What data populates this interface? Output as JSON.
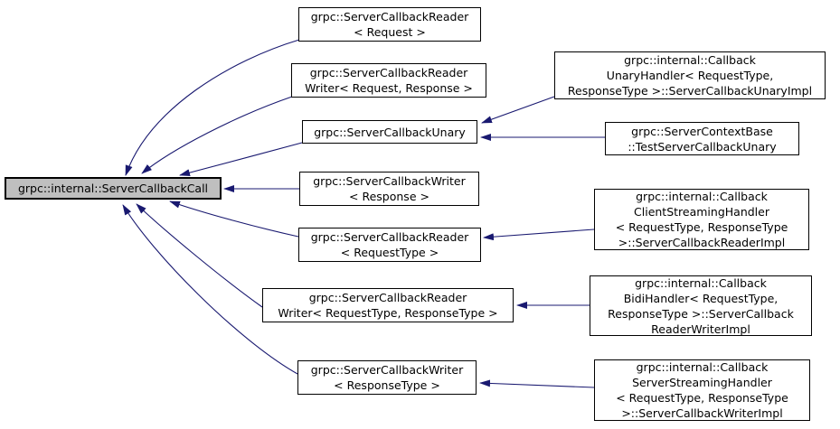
{
  "diagram": {
    "type": "inheritance-graph",
    "title": "Inheritance graph for grpc::internal::ServerCallbackCall",
    "arrow_color": "#191970",
    "node_fill": "#ffffff",
    "node_border": "#000000",
    "selected_node_fill": "#bfbfbf",
    "text_color": "#000000"
  },
  "nodes": {
    "base": {
      "lines": [
        "grpc::internal::ServerCallbackCall"
      ]
    },
    "reader_request": {
      "lines": [
        "grpc::ServerCallbackReader",
        "< Request >"
      ]
    },
    "readerwriter_request_response": {
      "lines": [
        "grpc::ServerCallbackReader",
        "Writer< Request, Response >"
      ]
    },
    "unary": {
      "lines": [
        "grpc::ServerCallbackUnary"
      ]
    },
    "writer_response": {
      "lines": [
        "grpc::ServerCallbackWriter",
        "< Response >"
      ]
    },
    "reader_requesttype": {
      "lines": [
        "grpc::ServerCallbackReader",
        "< RequestType >"
      ]
    },
    "readerwriter_requesttype_responsetype": {
      "lines": [
        "grpc::ServerCallbackReader",
        "Writer< RequestType, ResponseType >"
      ]
    },
    "writer_responsetype": {
      "lines": [
        "grpc::ServerCallbackWriter",
        "< ResponseType >"
      ]
    },
    "callback_unary_impl": {
      "lines": [
        "grpc::internal::Callback",
        "UnaryHandler< RequestType,",
        " ResponseType >::ServerCallbackUnaryImpl"
      ]
    },
    "test_server_callback_unary": {
      "lines": [
        "grpc::ServerContextBase",
        "::TestServerCallbackUnary"
      ]
    },
    "client_streaming_reader_impl": {
      "lines": [
        "grpc::internal::Callback",
        "ClientStreamingHandler",
        "< RequestType, ResponseType",
        " >::ServerCallbackReaderImpl"
      ]
    },
    "bidi_readerwriter_impl": {
      "lines": [
        "grpc::internal::Callback",
        "BidiHandler< RequestType,",
        " ResponseType >::ServerCallback",
        "ReaderWriterImpl"
      ]
    },
    "server_streaming_writer_impl": {
      "lines": [
        "grpc::internal::Callback",
        "ServerStreamingHandler",
        "< RequestType, ResponseType",
        " >::ServerCallbackWriterImpl"
      ]
    }
  },
  "edges": [
    {
      "from": "reader_request",
      "to": "base"
    },
    {
      "from": "readerwriter_request_response",
      "to": "base"
    },
    {
      "from": "unary",
      "to": "base"
    },
    {
      "from": "writer_response",
      "to": "base"
    },
    {
      "from": "reader_requesttype",
      "to": "base"
    },
    {
      "from": "readerwriter_requesttype_responsetype",
      "to": "base"
    },
    {
      "from": "writer_responsetype",
      "to": "base"
    },
    {
      "from": "callback_unary_impl",
      "to": "unary"
    },
    {
      "from": "test_server_callback_unary",
      "to": "unary"
    },
    {
      "from": "client_streaming_reader_impl",
      "to": "reader_requesttype"
    },
    {
      "from": "bidi_readerwriter_impl",
      "to": "readerwriter_requesttype_responsetype"
    },
    {
      "from": "server_streaming_writer_impl",
      "to": "writer_responsetype"
    }
  ]
}
